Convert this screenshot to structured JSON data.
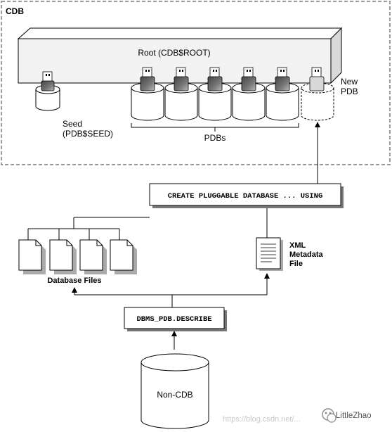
{
  "cdb": {
    "label": "CDB",
    "root_label": "Root (CDB$ROOT)",
    "seed_label_line1": "Seed",
    "seed_label_line2": "(PDB$SEED)",
    "pdbs_label": "PDBs",
    "pdb_count": 5,
    "new_pdb_line1": "New",
    "new_pdb_line2": "PDB"
  },
  "create_statement": "CREATE PLUGGABLE DATABASE ... USING",
  "xml_file": {
    "line1": "XML",
    "line2": "Metadata",
    "line3": "File"
  },
  "database_files_label": "Database Files",
  "database_file_count": 4,
  "describe_statement": "DBMS_PDB.DESCRIBE",
  "noncdb_label": "Non-CDB",
  "watermark": {
    "url": "https://blog.csdn.net/...",
    "brand": "LittleZhao"
  },
  "colors": {
    "cdb_border": "#9a9a9a",
    "outline": "#000000",
    "slab_fill": "#f2f2f2",
    "plug_fill": "#5a5a5a"
  }
}
